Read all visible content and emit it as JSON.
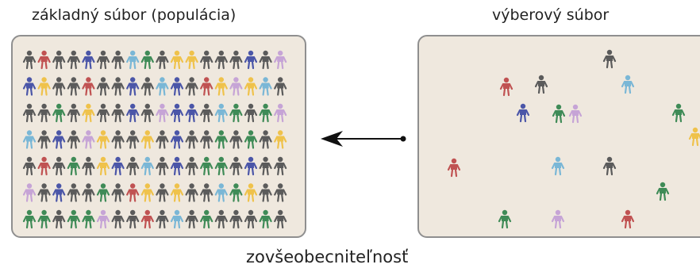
{
  "labels": {
    "population": "základný súbor (populácia)",
    "sample": "výberový súbor",
    "generalization": "zovšeobecniteľnosť"
  },
  "colors": {
    "dark": "#5b5b5b",
    "blue": "#4b56a8",
    "red": "#c05252",
    "green": "#3f8b57",
    "yellow": "#efc24b",
    "lightblue": "#7ab7d6",
    "lilac": "#c6a4d6",
    "box_fill": "#efe8de",
    "box_border": "#8f8f8f",
    "arrow": "#111111"
  },
  "population_grid": [
    "drddbddlgdyydddbdl",
    "byddrddbdlbdrylyld",
    "ddgdyddbdlbbdlgdgl",
    "ldbdlyddydbddgdgdy",
    "drdgdybdldbdggdbdd",
    "ldbddgdrydyddlgydd",
    "ggdgglddrdldgdddgd"
  ],
  "sample_people": [
    {
      "color": "dark"
    },
    {
      "color": "red"
    },
    {
      "color": "dark"
    },
    {
      "color": "lightblue"
    },
    {
      "color": "blue"
    },
    {
      "color": "green"
    },
    {
      "color": "lilac"
    },
    {
      "color": "green"
    },
    {
      "color": "yellow"
    },
    {
      "color": "red"
    },
    {
      "color": "lightblue"
    },
    {
      "color": "dark"
    },
    {
      "color": "green"
    },
    {
      "color": "green"
    },
    {
      "color": "lilac"
    },
    {
      "color": "red"
    }
  ],
  "icons": {
    "person": "person-icon",
    "arrow": "arrow-left-icon"
  }
}
